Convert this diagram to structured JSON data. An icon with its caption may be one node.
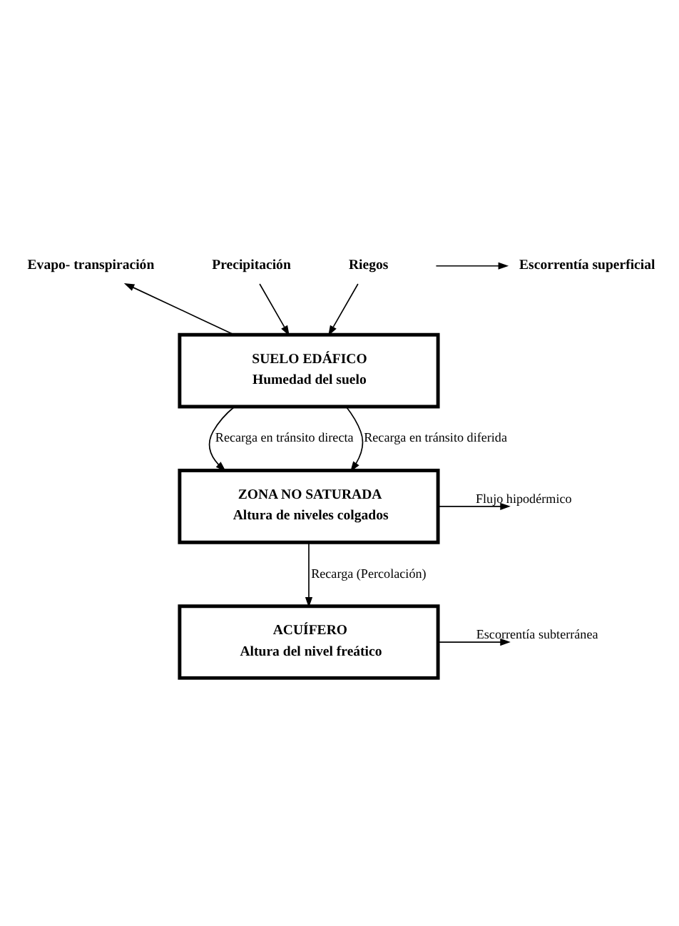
{
  "diagram": {
    "nodes": [
      {
        "text": [
          "SUELO EDÁFICO",
          "Humedad del suelo"
        ]
      },
      {
        "text": [
          "ZONA NO SATURADA",
          "Altura de niveles colgados"
        ]
      },
      {
        "text": [
          "ACUÍFERO",
          "Altura del nivel freático"
        ]
      },
      {
        "text": [
          "Precipitación"
        ]
      },
      {
        "text": [
          "Riegos"
        ]
      },
      {
        "text": [
          "Evapo- transpiración"
        ]
      },
      {
        "text": [
          "Escorrentía superficial"
        ]
      }
    ],
    "edges": [
      {
        "from": 3,
        "to": 0,
        "arrow": "to"
      },
      {
        "from": 4,
        "to": 0,
        "arrow": "to"
      },
      {
        "from": 0,
        "to": 5,
        "arrow": "to"
      },
      {
        "from": null,
        "to": 6,
        "arrow": "to"
      },
      {
        "from": 0,
        "to": 1,
        "label": "Recarga en tránsito directa",
        "arrow": "to"
      },
      {
        "from": 0,
        "to": 1,
        "label": "Recarga en tránsito diferida",
        "arrow": "to"
      },
      {
        "from": 1,
        "to": null,
        "label": "Flujo hipodérmico",
        "arrow": "to"
      },
      {
        "from": 1,
        "to": 2,
        "label": "Recarga (Percolación)",
        "arrow": "to"
      },
      {
        "from": 2,
        "to": null,
        "label": "Escorrentía subterránea",
        "arrow": "to"
      }
    ]
  }
}
